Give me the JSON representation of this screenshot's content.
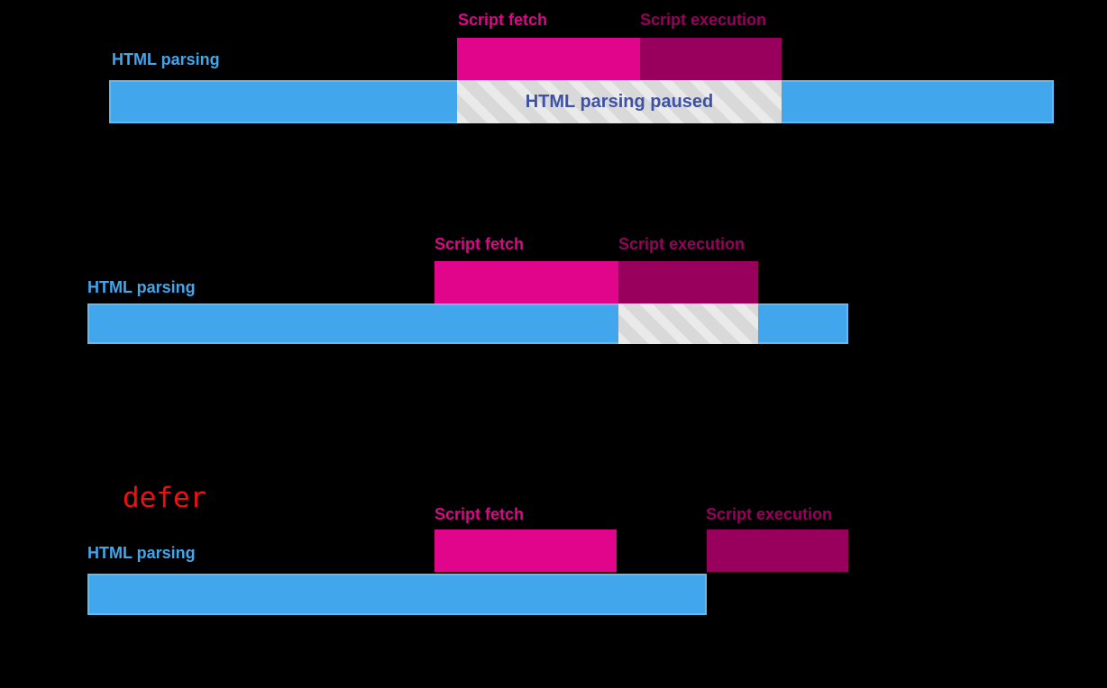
{
  "colors": {
    "background": "#000000",
    "parsing_blue": "#42A6EC",
    "parsing_blue_edge": "#63BAF2",
    "fetch_pink": "#E0058A",
    "execution_magenta": "#99005E",
    "paused_base": "#D9D9D9",
    "paused_stripe": "#EAEAEA",
    "paused_text": "#3D51A5",
    "defer_red": "#EE1111"
  },
  "labels": {
    "script_fetch": "Script fetch",
    "script_execution": "Script execution",
    "html_parsing": "HTML parsing",
    "html_parsing_paused": "HTML parsing paused",
    "defer": "defer"
  },
  "diagrams": {
    "top": {
      "description_visible": false,
      "fetch_label": "Script fetch",
      "execution_label": "Script execution",
      "parsing_label": "HTML parsing",
      "paused_label": "HTML parsing paused"
    },
    "middle": {
      "description_visible": false,
      "fetch_label": "Script fetch",
      "execution_label": "Script execution",
      "parsing_label": "HTML parsing"
    },
    "bottom": {
      "attribute_label": "defer",
      "fetch_label": "Script fetch",
      "execution_label": "Script execution",
      "parsing_label": "HTML parsing"
    }
  }
}
